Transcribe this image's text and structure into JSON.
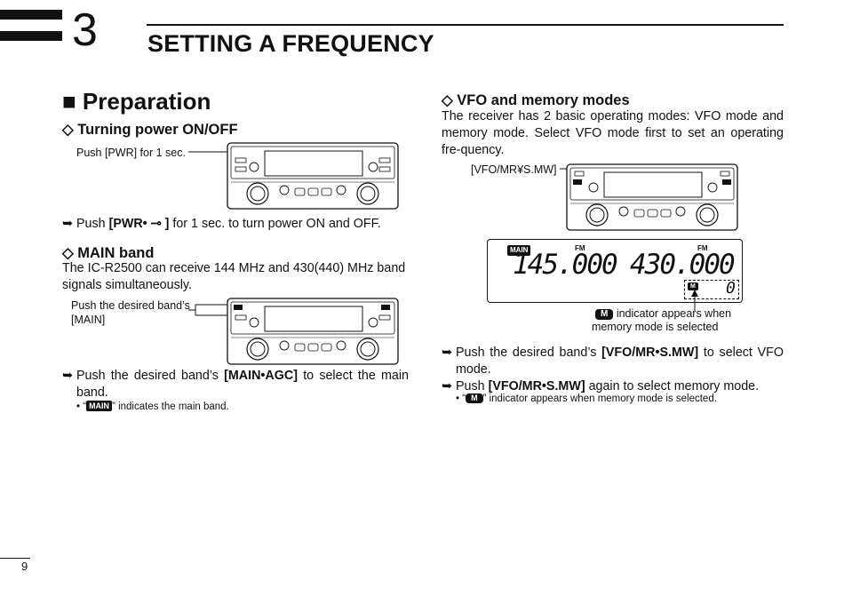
{
  "chapter": {
    "number": "3",
    "title": "SETTING A FREQUENCY"
  },
  "left": {
    "section": "■ Preparation",
    "power": {
      "heading": "◇ Turning power ON/OFF",
      "callout": "Push [PWR] for 1 sec.",
      "bullet_pre": "Push ",
      "bullet_key": "[PWR•",
      "bullet_key_icon": "key-icon",
      "bullet_key_close": "]",
      "bullet_post": " for 1 sec. to turn power ON and OFF."
    },
    "main": {
      "heading": "◇ MAIN band",
      "body": "The IC-R2500 can receive 144 MHz and 430(440) MHz band signals simultaneously.",
      "callout_line1": "Push the desired band’s",
      "callout_line2": "[MAIN]",
      "bullet_pre": "Push the desired band’s ",
      "bullet_key": "[MAIN•AGC]",
      "bullet_post": " to select the main band.",
      "note_pre": "• “",
      "note_badge": "MAIN",
      "note_post": "” indicates the main band."
    }
  },
  "right": {
    "vfo": {
      "heading": "◇ VFO and memory modes",
      "body": "The receiver has 2 basic operating modes: VFO mode and memory mode. Select VFO mode first to set an operating fre-quency.",
      "callout": "[VFO/MR¥S.MW]",
      "display": {
        "main_badge": "MAIN",
        "fm_left": "FM",
        "fm_right": "FM",
        "freq_left": "145.000",
        "freq_right": "430.000",
        "m_badge": "M",
        "channel": "0"
      },
      "indicator_badge": "M",
      "indicator_line1": " indicator appears when",
      "indicator_line2": "memory mode is selected",
      "bullet1_pre": "Push the desired band’s ",
      "bullet1_key": "[VFO/MR•S.MW]",
      "bullet1_post": " to select VFO mode.",
      "bullet2_pre": "Push ",
      "bullet2_key": "[VFO/MR•S.MW]",
      "bullet2_post": " again to select memory mode.",
      "note_pre": "• “",
      "note_badge": "M",
      "note_post": "” indicator appears when memory mode is selected."
    }
  },
  "footer": {
    "page": "9"
  }
}
